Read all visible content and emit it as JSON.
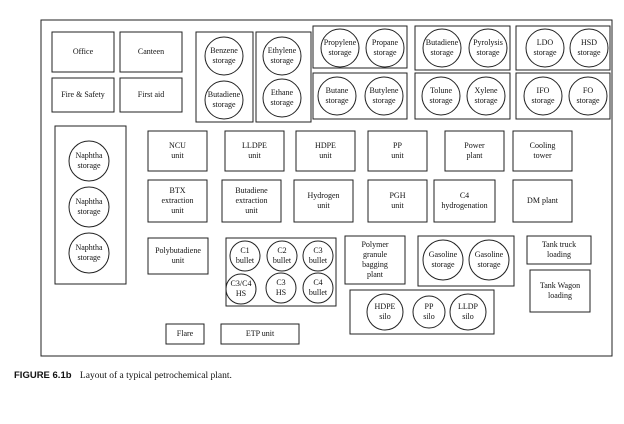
{
  "units": [
    {
      "id": "office",
      "shape": "rect",
      "lines": [
        "Office"
      ]
    },
    {
      "id": "canteen",
      "shape": "rect",
      "lines": [
        "Canteen"
      ]
    },
    {
      "id": "fire-safety",
      "shape": "rect",
      "lines": [
        "Fire & Safety"
      ]
    },
    {
      "id": "first-aid",
      "shape": "rect",
      "lines": [
        "First aid"
      ]
    },
    {
      "id": "benzene-storage",
      "shape": "circle",
      "lines": [
        "Benzene",
        "storage"
      ]
    },
    {
      "id": "butadiene-storage",
      "shape": "circle",
      "lines": [
        "Butadiene",
        "storage"
      ]
    },
    {
      "id": "ethylene-storage",
      "shape": "circle",
      "lines": [
        "Ethylene",
        "storage"
      ]
    },
    {
      "id": "ethane-storage",
      "shape": "circle",
      "lines": [
        "Ethane",
        "storage"
      ]
    },
    {
      "id": "propylene-storage",
      "shape": "circle",
      "lines": [
        "Propylene",
        "storage"
      ]
    },
    {
      "id": "propane-storage",
      "shape": "circle",
      "lines": [
        "Propane",
        "storage"
      ]
    },
    {
      "id": "butane-storage",
      "shape": "circle",
      "lines": [
        "Butane",
        "storage"
      ]
    },
    {
      "id": "butylene-storage",
      "shape": "circle",
      "lines": [
        "Butylene",
        "storage"
      ]
    },
    {
      "id": "butadiene-storage-2",
      "shape": "circle",
      "lines": [
        "Butadiene",
        "storage"
      ]
    },
    {
      "id": "pyrolysis-storage",
      "shape": "circle",
      "lines": [
        "Pyrolysis",
        "storage"
      ]
    },
    {
      "id": "toluene-storage",
      "shape": "circle",
      "lines": [
        "Tolune",
        "storage"
      ]
    },
    {
      "id": "xylene-storage",
      "shape": "circle",
      "lines": [
        "Xylene",
        "storage"
      ]
    },
    {
      "id": "ldo-storage",
      "shape": "circle",
      "lines": [
        "LDO",
        "storage"
      ]
    },
    {
      "id": "hsd-storage",
      "shape": "circle",
      "lines": [
        "HSD",
        "storage"
      ]
    },
    {
      "id": "ifo-storage",
      "shape": "circle",
      "lines": [
        "IFO",
        "storage"
      ]
    },
    {
      "id": "fo-storage",
      "shape": "circle",
      "lines": [
        "FO",
        "storage"
      ]
    },
    {
      "id": "naphtha-storage-1",
      "shape": "circle",
      "lines": [
        "Naphtha",
        "storage"
      ]
    },
    {
      "id": "naphtha-storage-2",
      "shape": "circle",
      "lines": [
        "Naphtha",
        "storage"
      ]
    },
    {
      "id": "naphtha-storage-3",
      "shape": "circle",
      "lines": [
        "Naphtha",
        "storage"
      ]
    },
    {
      "id": "ncu-unit",
      "shape": "rect",
      "lines": [
        "NCU",
        "unit"
      ]
    },
    {
      "id": "lldpe-unit",
      "shape": "rect",
      "lines": [
        "LLDPE",
        "unit"
      ]
    },
    {
      "id": "hdpe-unit",
      "shape": "rect",
      "lines": [
        "HDPE",
        "unit"
      ]
    },
    {
      "id": "pp-unit",
      "shape": "rect",
      "lines": [
        "PP",
        "unit"
      ]
    },
    {
      "id": "power-plant",
      "shape": "rect",
      "lines": [
        "Power",
        "plant"
      ]
    },
    {
      "id": "cooling-tower",
      "shape": "rect",
      "lines": [
        "Cooling",
        "tower"
      ]
    },
    {
      "id": "btx-extraction-unit",
      "shape": "rect",
      "lines": [
        "BTX",
        "extraction",
        "unit"
      ]
    },
    {
      "id": "butadiene-extraction-unit",
      "shape": "rect",
      "lines": [
        "Butadiene",
        "extraction",
        "unit"
      ]
    },
    {
      "id": "hydrogen-unit",
      "shape": "rect",
      "lines": [
        "Hydrogen",
        "unit"
      ]
    },
    {
      "id": "pgh-unit",
      "shape": "rect",
      "lines": [
        "PGH",
        "unit"
      ]
    },
    {
      "id": "c4-hydrogenation",
      "shape": "rect",
      "lines": [
        "C4",
        "hydrogenation"
      ]
    },
    {
      "id": "dm-plant",
      "shape": "rect",
      "lines": [
        "DM plant"
      ]
    },
    {
      "id": "polybutadiene-unit",
      "shape": "rect",
      "lines": [
        "Polybutadiene",
        "unit"
      ]
    },
    {
      "id": "c1-bullet",
      "shape": "circle",
      "lines": [
        "C1",
        "bullet"
      ]
    },
    {
      "id": "c2-bullet",
      "shape": "circle",
      "lines": [
        "C2",
        "bullet"
      ]
    },
    {
      "id": "c3-bullet",
      "shape": "circle",
      "lines": [
        "C3",
        "bullet"
      ]
    },
    {
      "id": "c3-c4-hs",
      "shape": "circle",
      "lines": [
        "C3/C4",
        "HS"
      ]
    },
    {
      "id": "c3-hs",
      "shape": "circle",
      "lines": [
        "C3",
        "HS"
      ]
    },
    {
      "id": "c4-bullet",
      "shape": "circle",
      "lines": [
        "C4",
        "bullet"
      ]
    },
    {
      "id": "polymer-granule-bagging-plant",
      "shape": "rect",
      "lines": [
        "Polymer",
        "granule",
        "bagging",
        "plant"
      ]
    },
    {
      "id": "gasoline-storage-1",
      "shape": "circle",
      "lines": [
        "Gasoline",
        "storage"
      ]
    },
    {
      "id": "gasoline-storage-2",
      "shape": "circle",
      "lines": [
        "Gasoline",
        "storage"
      ]
    },
    {
      "id": "tank-truck-loading",
      "shape": "rect",
      "lines": [
        "Tank truck",
        "loading"
      ]
    },
    {
      "id": "tank-wagon-loading",
      "shape": "rect",
      "lines": [
        "Tank Wagon",
        "loading"
      ]
    },
    {
      "id": "hdpe-silo",
      "shape": "circle",
      "lines": [
        "HDPE",
        "silo"
      ]
    },
    {
      "id": "pp-silo",
      "shape": "circle",
      "lines": [
        "PP",
        "silo"
      ]
    },
    {
      "id": "lldp-silo",
      "shape": "circle",
      "lines": [
        "LLDP",
        "silo"
      ]
    },
    {
      "id": "flare",
      "shape": "rect",
      "lines": [
        "Flare"
      ]
    },
    {
      "id": "etp-unit",
      "shape": "rect",
      "lines": [
        "ETP unit"
      ]
    }
  ],
  "caption": {
    "figure": "FIGURE 6.1b",
    "text": "Layout of a typical petrochemical plant."
  }
}
